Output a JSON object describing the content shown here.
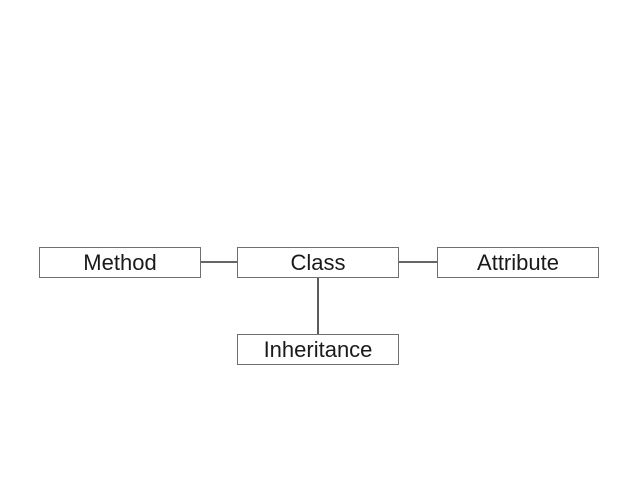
{
  "diagram": {
    "nodes": {
      "method": "Method",
      "class": "Class",
      "attribute": "Attribute",
      "inheritance": "Inheritance"
    },
    "edges": [
      {
        "from": "class",
        "to": "method"
      },
      {
        "from": "class",
        "to": "attribute"
      },
      {
        "from": "class",
        "to": "inheritance"
      }
    ],
    "colors": {
      "border": "#6f6f6f",
      "line": "#333333",
      "text": "#1a1a1a"
    }
  }
}
